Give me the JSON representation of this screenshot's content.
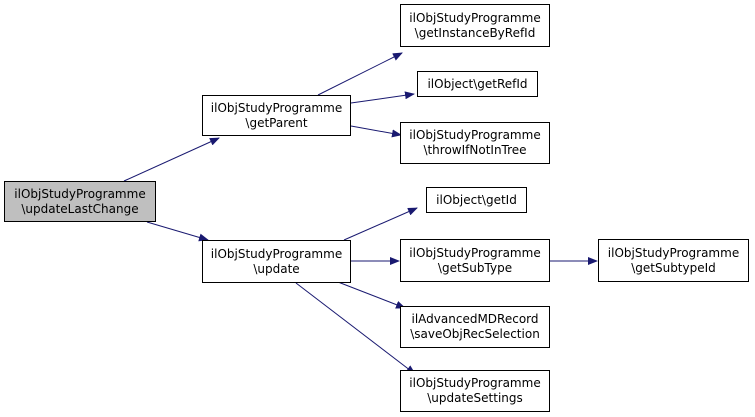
{
  "colors": {
    "edge": "#191970",
    "node_border": "#000000",
    "root_fill": "#bfbfbf",
    "node_fill": "#ffffff"
  },
  "nodes": {
    "root": {
      "line1": "ilObjStudyProgramme",
      "line2": "\\updateLastChange"
    },
    "get_parent": {
      "line1": "ilObjStudyProgramme",
      "line2": "\\getParent"
    },
    "update": {
      "line1": "ilObjStudyProgramme",
      "line2": "\\update"
    },
    "get_instance_by_ref": {
      "line1": "ilObjStudyProgramme",
      "line2": "\\getInstanceByRefId"
    },
    "get_ref_id": {
      "line1": "ilObject\\getRefId"
    },
    "throw_if_not_in_tree": {
      "line1": "ilObjStudyProgramme",
      "line2": "\\throwIfNotInTree"
    },
    "get_id": {
      "line1": "ilObject\\getId"
    },
    "get_sub_type": {
      "line1": "ilObjStudyProgramme",
      "line2": "\\getSubType"
    },
    "get_subtype_id": {
      "line1": "ilObjStudyProgramme",
      "line2": "\\getSubtypeId"
    },
    "save_obj_rec": {
      "line1": "ilAdvancedMDRecord",
      "line2": "\\saveObjRecSelection"
    },
    "update_settings": {
      "line1": "ilObjStudyProgramme",
      "line2": "\\updateSettings"
    }
  }
}
